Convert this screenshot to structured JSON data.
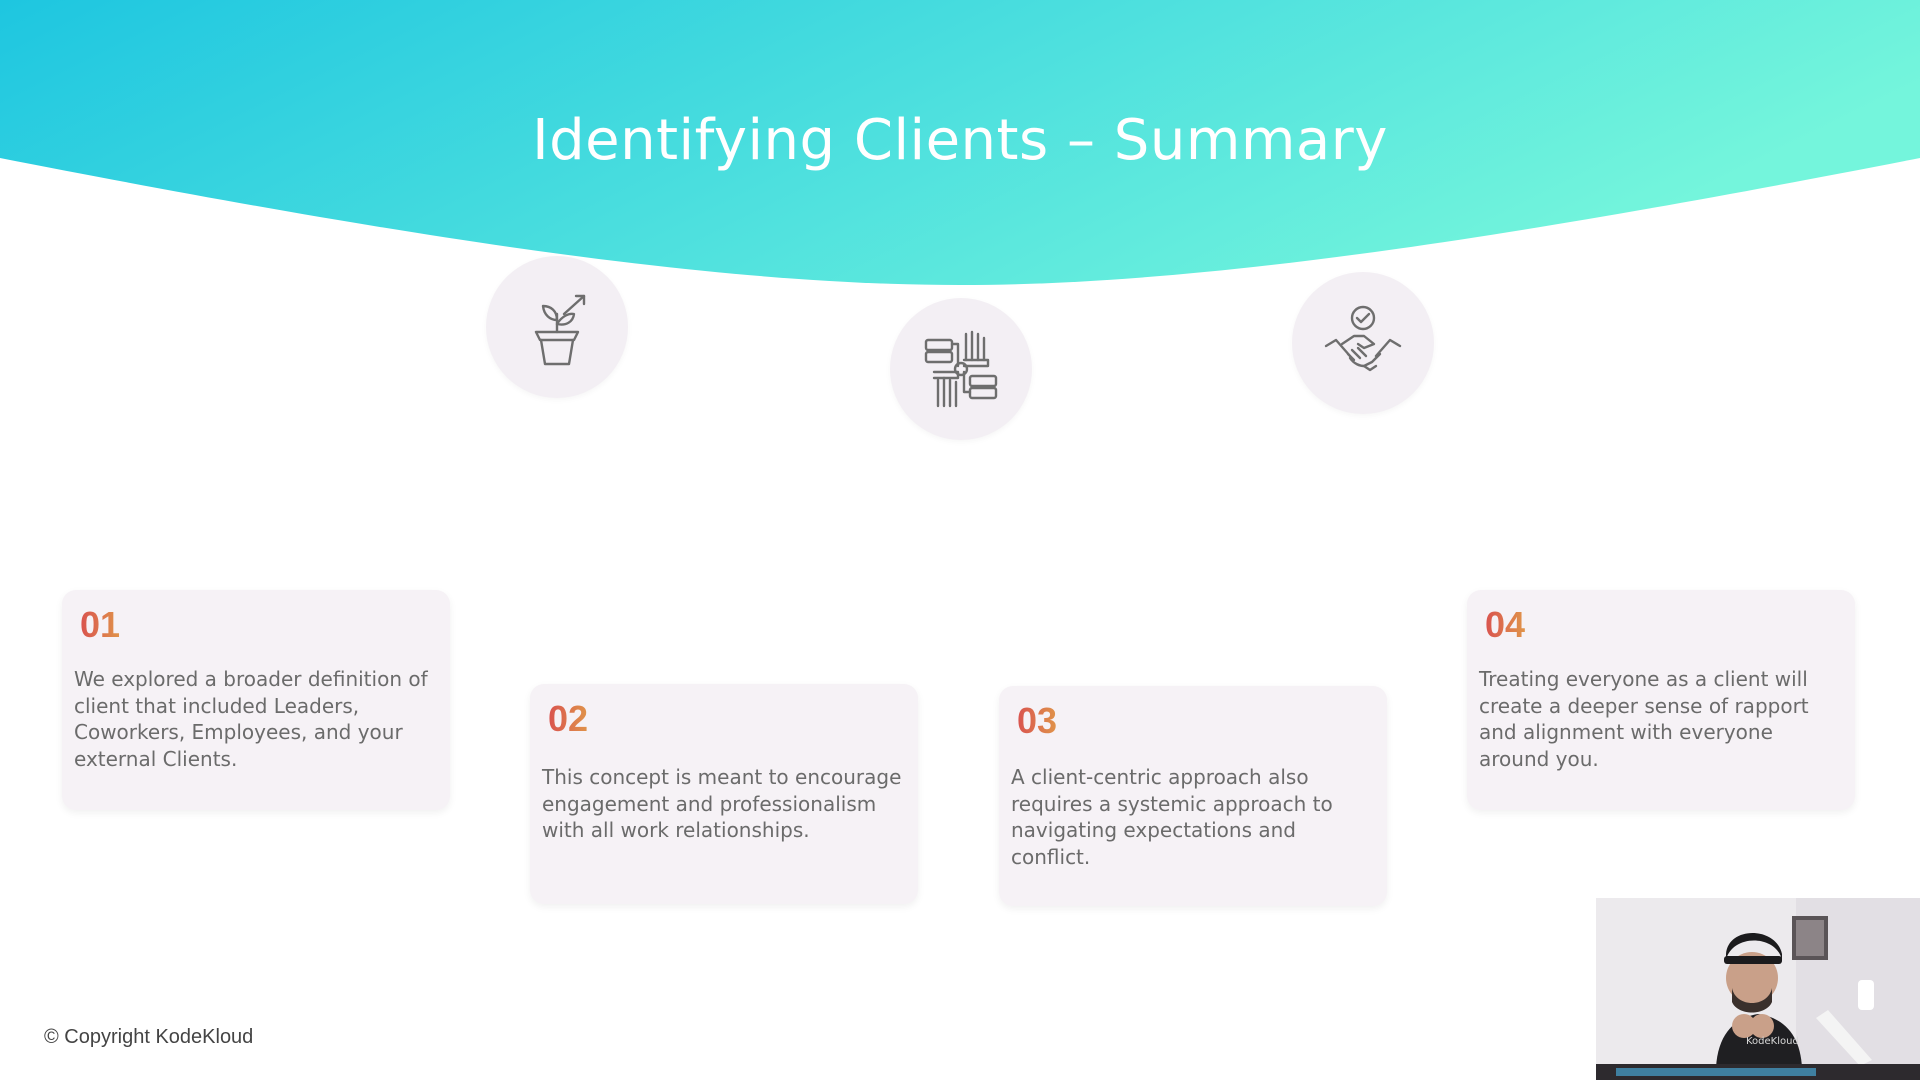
{
  "slide": {
    "title": "Identifying Clients – Summary"
  },
  "icons": [
    {
      "name": "plant-growth-icon"
    },
    {
      "name": "teamwork-hands-icon"
    },
    {
      "name": "handshake-check-icon"
    }
  ],
  "cards": [
    {
      "number": "01",
      "text": "We explored a broader definition of client that included Leaders, Coworkers, Employees, and your external Clients."
    },
    {
      "number": "02",
      "text": "This concept is meant to encourage engagement and professionalism with all work relationships."
    },
    {
      "number": "03",
      "text": "A client-centric approach also requires a systemic approach to navigating expectations and conflict."
    },
    {
      "number": "04",
      "text": "Treating everyone as a client will create a deeper sense of rapport and alignment with everyone around you."
    }
  ],
  "footer": {
    "copyright": "© Copyright KodeKloud"
  },
  "webcam": {
    "shirt_text": "KodeKloud"
  },
  "colors": {
    "header_gradient_start": "#1ec6e0",
    "header_gradient_end": "#74f5dc",
    "number_gradient_start": "#d9534f",
    "number_gradient_end": "#e0944a",
    "card_background": "#f6f2f6",
    "body_text": "#6b6b6b"
  }
}
